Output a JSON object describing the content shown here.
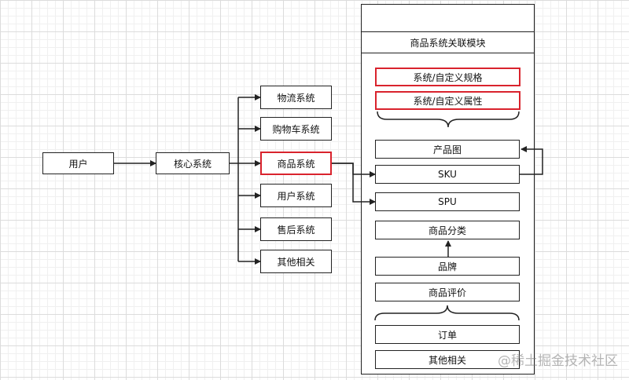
{
  "nodes": {
    "user": "用户",
    "core_system": "核心系统",
    "subsystems": {
      "logistics": "物流系统",
      "cart": "购物车系统",
      "product": "商品系统",
      "user_system": "用户系统",
      "after_sales": "售后系统",
      "other": "其他相关"
    },
    "module": {
      "title": "商品系统关联模块",
      "custom_spec": "系统/自定义规格",
      "custom_attr": "系统/自定义属性",
      "product_image": "产品图",
      "sku": "SKU",
      "spu": "SPU",
      "category": "商品分类",
      "brand": "品牌",
      "review": "商品评价",
      "order": "订单",
      "other": "其他相关"
    }
  },
  "watermark": "@稀土掘金技术社区",
  "colors": {
    "highlight": "#d9232d",
    "line": "#222222"
  }
}
